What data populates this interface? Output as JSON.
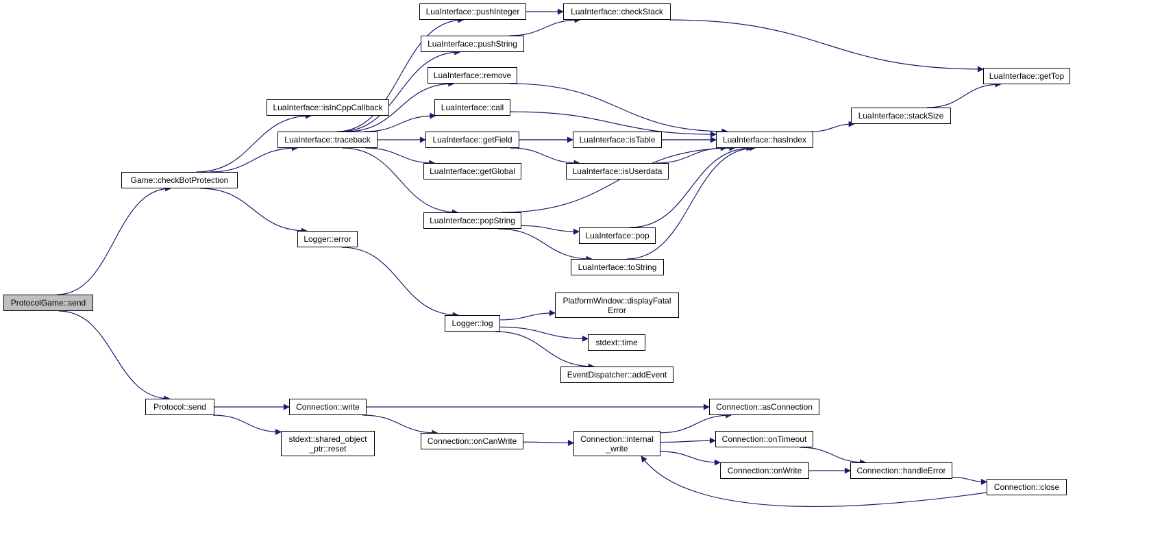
{
  "colors": {
    "edge": "#191970",
    "root_fill": "#bfbfbf",
    "node_fill": "#ffffff",
    "node_border": "#000000"
  },
  "nodes": {
    "protocolgame_send": "ProtocolGame::send",
    "game_checkbotprotection": "Game::checkBotProtection",
    "luainterface_isincppcallback": "LuaInterface::isInCppCallback",
    "luainterface_traceback": "LuaInterface::traceback",
    "logger_error": "Logger::error",
    "luainterface_pushinteger": "LuaInterface::pushInteger",
    "luainterface_pushstring": "LuaInterface::pushString",
    "luainterface_remove": "LuaInterface::remove",
    "luainterface_call": "LuaInterface::call",
    "luainterface_getfield": "LuaInterface::getField",
    "luainterface_getglobal": "LuaInterface::getGlobal",
    "luainterface_popstring": "LuaInterface::popString",
    "luainterface_checkstack": "LuaInterface::checkStack",
    "luainterface_istable": "LuaInterface::isTable",
    "luainterface_isuserdata": "LuaInterface::isUserdata",
    "luainterface_pop": "LuaInterface::pop",
    "luainterface_tostring": "LuaInterface::toString",
    "luainterface_hasindex": "LuaInterface::hasIndex",
    "luainterface_stacksize": "LuaInterface::stackSize",
    "luainterface_gettop": "LuaInterface::getTop",
    "logger_log": "Logger::log",
    "platformwindow_displayfatalerror": "PlatformWindow::displayFatal Error",
    "stdext_time": "stdext::time",
    "eventdispatcher_addevent": "EventDispatcher::addEvent",
    "protocol_send": "Protocol::send",
    "connection_write": "Connection::write",
    "stdext_shared_object_ptr_reset": "stdext::shared_object _ptr::reset",
    "connection_oncanwrite": "Connection::onCanWrite",
    "connection_internal_write": "Connection::internal _write",
    "connection_asconnection": "Connection::asConnection",
    "connection_ontimeout": "Connection::onTimeout",
    "connection_onwrite": "Connection::onWrite",
    "connection_handleerror": "Connection::handleError",
    "connection_close": "Connection::close"
  },
  "edges": [
    [
      "protocolgame_send",
      "game_checkbotprotection"
    ],
    [
      "protocolgame_send",
      "protocol_send"
    ],
    [
      "game_checkbotprotection",
      "luainterface_isincppcallback"
    ],
    [
      "game_checkbotprotection",
      "luainterface_traceback"
    ],
    [
      "game_checkbotprotection",
      "logger_error"
    ],
    [
      "luainterface_traceback",
      "luainterface_pushinteger"
    ],
    [
      "luainterface_traceback",
      "luainterface_pushstring"
    ],
    [
      "luainterface_traceback",
      "luainterface_remove"
    ],
    [
      "luainterface_traceback",
      "luainterface_call"
    ],
    [
      "luainterface_traceback",
      "luainterface_getfield"
    ],
    [
      "luainterface_traceback",
      "luainterface_getglobal"
    ],
    [
      "luainterface_traceback",
      "luainterface_popstring"
    ],
    [
      "luainterface_pushinteger",
      "luainterface_checkstack"
    ],
    [
      "luainterface_pushstring",
      "luainterface_checkstack"
    ],
    [
      "luainterface_checkstack",
      "luainterface_gettop"
    ],
    [
      "luainterface_remove",
      "luainterface_hasindex"
    ],
    [
      "luainterface_call",
      "luainterface_hasindex"
    ],
    [
      "luainterface_getfield",
      "luainterface_hasindex"
    ],
    [
      "luainterface_getfield",
      "luainterface_istable"
    ],
    [
      "luainterface_getfield",
      "luainterface_isuserdata"
    ],
    [
      "luainterface_istable",
      "luainterface_hasindex"
    ],
    [
      "luainterface_isuserdata",
      "luainterface_hasindex"
    ],
    [
      "luainterface_popstring",
      "luainterface_hasindex"
    ],
    [
      "luainterface_popstring",
      "luainterface_pop"
    ],
    [
      "luainterface_popstring",
      "luainterface_tostring"
    ],
    [
      "luainterface_pop",
      "luainterface_hasindex"
    ],
    [
      "luainterface_tostring",
      "luainterface_hasindex"
    ],
    [
      "luainterface_hasindex",
      "luainterface_stacksize"
    ],
    [
      "luainterface_stacksize",
      "luainterface_gettop"
    ],
    [
      "logger_error",
      "logger_log"
    ],
    [
      "logger_log",
      "platformwindow_displayfatalerror"
    ],
    [
      "logger_log",
      "stdext_time"
    ],
    [
      "logger_log",
      "eventdispatcher_addevent"
    ],
    [
      "protocol_send",
      "connection_write"
    ],
    [
      "protocol_send",
      "stdext_shared_object_ptr_reset"
    ],
    [
      "connection_write",
      "connection_asconnection"
    ],
    [
      "connection_write",
      "connection_oncanwrite"
    ],
    [
      "connection_oncanwrite",
      "connection_internal_write"
    ],
    [
      "connection_internal_write",
      "connection_asconnection"
    ],
    [
      "connection_internal_write",
      "connection_ontimeout"
    ],
    [
      "connection_internal_write",
      "connection_onwrite"
    ],
    [
      "connection_ontimeout",
      "connection_handleerror"
    ],
    [
      "connection_onwrite",
      "connection_handleerror"
    ],
    [
      "connection_handleerror",
      "connection_close"
    ],
    [
      "connection_close",
      "connection_internal_write"
    ]
  ]
}
